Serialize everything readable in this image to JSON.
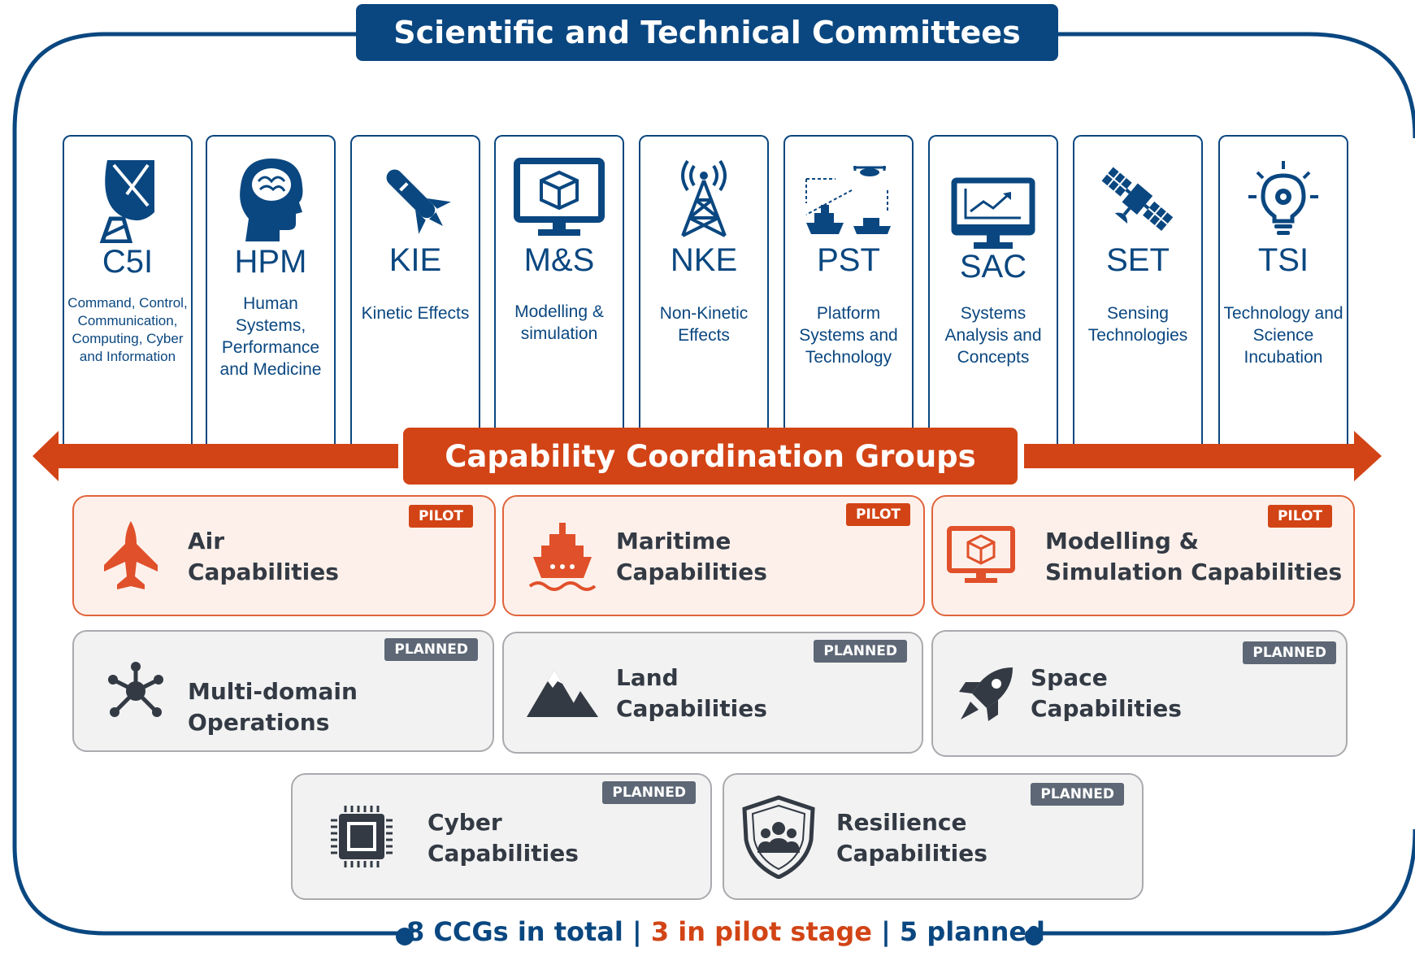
{
  "title": "Scientific and Technical Committees",
  "committees": [
    {
      "acronym": "C5I",
      "name": "Command, Control, Communication, Computing, Cyber and Information",
      "icon": "satellite-dish-icon"
    },
    {
      "acronym": "HPM",
      "name": "Human Systems, Performance and Medicine",
      "icon": "human-brain-icon"
    },
    {
      "acronym": "KIE",
      "name": "Kinetic Effects",
      "icon": "missile-icon"
    },
    {
      "acronym": "M&S",
      "name": "Modelling & simulation",
      "icon": "monitor-cube-icon"
    },
    {
      "acronym": "NKE",
      "name": "Non-Kinetic Effects",
      "icon": "radio-tower-icon"
    },
    {
      "acronym": "PST",
      "name": "Platform Systems and Technology",
      "icon": "platforms-icon"
    },
    {
      "acronym": "SAC",
      "name": "Systems Analysis and Concepts",
      "icon": "analytics-monitor-icon"
    },
    {
      "acronym": "SET",
      "name": "Sensing Technologies",
      "icon": "satellite-icon"
    },
    {
      "acronym": "TSI",
      "name": "Technology and Science Incubation",
      "icon": "lightbulb-gear-icon"
    }
  ],
  "ccg_title": "Capability Coordination Groups",
  "badges": {
    "pilot": "PILOT",
    "planned": "PLANNED"
  },
  "groups": [
    {
      "line1": "Air",
      "line2": "Capabilities",
      "status": "PILOT",
      "icon": "fighter-jet-icon"
    },
    {
      "line1": "Maritime",
      "line2": "Capabilities",
      "status": "PILOT",
      "icon": "ship-icon"
    },
    {
      "line1": "Modelling &",
      "line2": "Simulation Capabilities",
      "status": "PILOT",
      "icon": "monitor-cube-icon"
    },
    {
      "line1": "Multi-domain Operations",
      "line2": "",
      "status": "PLANNED",
      "icon": "network-hub-icon"
    },
    {
      "line1": "Land",
      "line2": "Capabilities",
      "status": "PLANNED",
      "icon": "mountains-icon"
    },
    {
      "line1": "Space",
      "line2": "Capabilities",
      "status": "PLANNED",
      "icon": "rocket-icon"
    },
    {
      "line1": "Cyber",
      "line2": "Capabilities",
      "status": "PLANNED",
      "icon": "chip-icon"
    },
    {
      "line1": "Resilience",
      "line2": "Capabilities",
      "status": "PLANNED",
      "icon": "shield-people-icon"
    }
  ],
  "footer": {
    "total": "8 CCGs in total",
    "sep": "|",
    "pilot": "3 in pilot stage",
    "planned": "5 planned"
  },
  "colors": {
    "navy": "#0a4780",
    "orange": "#d24416",
    "pilot_bg": "#fdf0ea",
    "planned_bg": "#f2f2f2",
    "badge_gray": "#5d6775"
  }
}
